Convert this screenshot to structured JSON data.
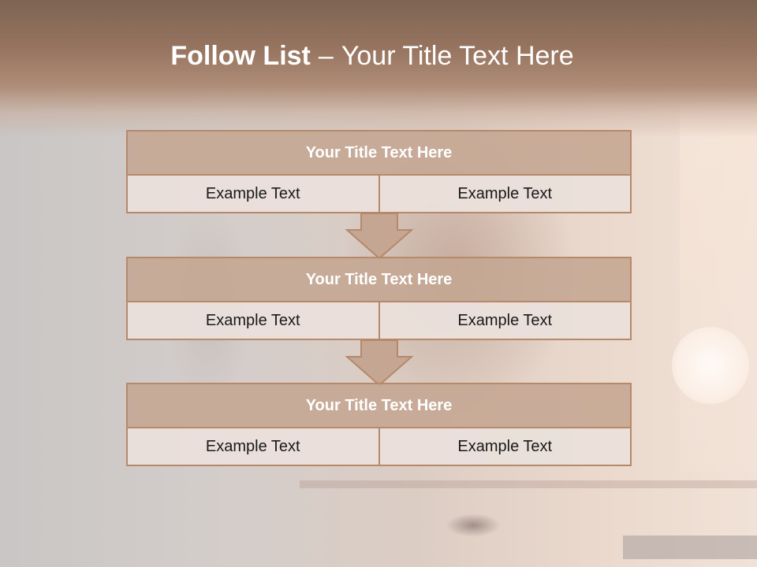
{
  "slide": {
    "title_bold": "Follow List",
    "title_separator": "–",
    "title_rest": "Your Title Text Here"
  },
  "blocks": [
    {
      "title": "Your Title Text Here",
      "left_text": "Example Text",
      "right_text": "Example Text"
    },
    {
      "title": "Your Title Text Here",
      "left_text": "Example Text",
      "right_text": "Example Text"
    },
    {
      "title": "Your Title Text Here",
      "left_text": "Example Text",
      "right_text": "Example Text"
    }
  ],
  "colors": {
    "header_band": "#96745f",
    "block_title_fill": "#c4a692",
    "block_border": "#b6896a",
    "cell_fill": "#eae0db",
    "arrow_fill": "#c4a692"
  },
  "icons": [
    "down-arrow-icon"
  ]
}
